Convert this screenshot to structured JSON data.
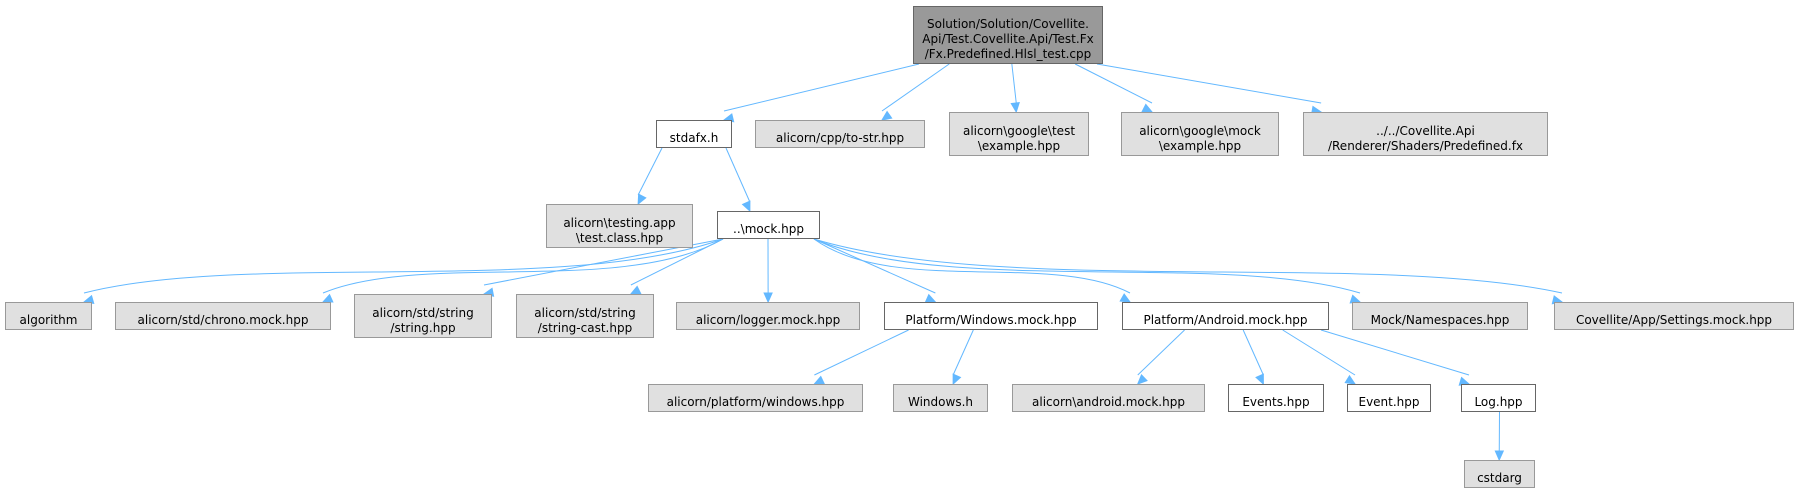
{
  "diagram": {
    "nodes": {
      "root": {
        "label": "Solution/Solution/Covellite.\nApi/Test.Covellite.Api/Test.Fx\n/Fx.Predefined.Hlsl_test.cpp",
        "style": "root"
      },
      "stdafx": {
        "label": "stdafx.h",
        "style": "int"
      },
      "tostr": {
        "label": "alicorn/cpp/to-str.hpp",
        "style": "ext"
      },
      "gtest": {
        "label": "alicorn\\google\\test\n\\example.hpp",
        "style": "ext"
      },
      "gmock": {
        "label": "alicorn\\google\\mock\n\\example.hpp",
        "style": "ext"
      },
      "predefined": {
        "label": "../../Covellite.Api\n/Renderer/Shaders/Predefined.fx",
        "style": "ext"
      },
      "testing": {
        "label": "alicorn\\testing.app\n\\test.class.hpp",
        "style": "ext"
      },
      "mock": {
        "label": "..\\mock.hpp",
        "style": "int"
      },
      "algorithm": {
        "label": "algorithm",
        "style": "ext"
      },
      "chrono": {
        "label": "alicorn/std/chrono.mock.hpp",
        "style": "ext"
      },
      "string": {
        "label": "alicorn/std/string\n/string.hpp",
        "style": "ext"
      },
      "stringcast": {
        "label": "alicorn/std/string\n/string-cast.hpp",
        "style": "ext"
      },
      "logger": {
        "label": "alicorn/logger.mock.hpp",
        "style": "ext"
      },
      "winmock": {
        "label": "Platform/Windows.mock.hpp",
        "style": "int"
      },
      "andmock": {
        "label": "Platform/Android.mock.hpp",
        "style": "int"
      },
      "namespaces": {
        "label": "Mock/Namespaces.hpp",
        "style": "ext"
      },
      "settings": {
        "label": "Covellite/App/Settings.mock.hpp",
        "style": "ext"
      },
      "platwin": {
        "label": "alicorn/platform/windows.hpp",
        "style": "ext"
      },
      "windowsh": {
        "label": "Windows.h",
        "style": "ext"
      },
      "andalicorn": {
        "label": "alicorn\\android.mock.hpp",
        "style": "ext"
      },
      "events": {
        "label": "Events.hpp",
        "style": "int"
      },
      "event": {
        "label": "Event.hpp",
        "style": "int"
      },
      "log": {
        "label": "Log.hpp",
        "style": "int"
      },
      "cstdarg": {
        "label": "cstdarg",
        "style": "ext"
      }
    },
    "edges": [
      [
        "root",
        "stdafx"
      ],
      [
        "root",
        "tostr"
      ],
      [
        "root",
        "gtest"
      ],
      [
        "root",
        "gmock"
      ],
      [
        "root",
        "predefined"
      ],
      [
        "stdafx",
        "testing"
      ],
      [
        "stdafx",
        "mock"
      ],
      [
        "mock",
        "algorithm"
      ],
      [
        "mock",
        "chrono"
      ],
      [
        "mock",
        "string"
      ],
      [
        "mock",
        "stringcast"
      ],
      [
        "mock",
        "logger"
      ],
      [
        "mock",
        "winmock"
      ],
      [
        "mock",
        "andmock"
      ],
      [
        "mock",
        "namespaces"
      ],
      [
        "mock",
        "settings"
      ],
      [
        "winmock",
        "platwin"
      ],
      [
        "winmock",
        "windowsh"
      ],
      [
        "andmock",
        "andalicorn"
      ],
      [
        "andmock",
        "events"
      ],
      [
        "andmock",
        "event"
      ],
      [
        "andmock",
        "log"
      ],
      [
        "log",
        "cstdarg"
      ]
    ]
  }
}
